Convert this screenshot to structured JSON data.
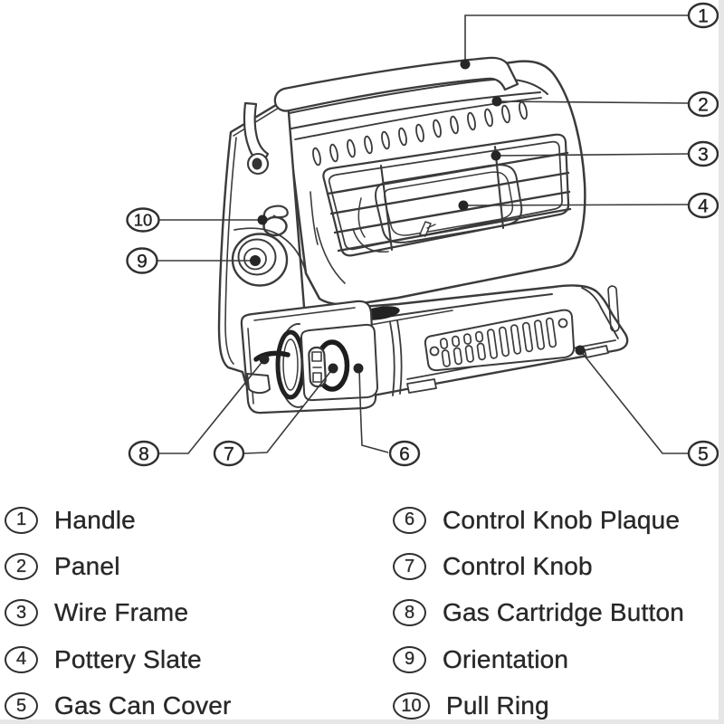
{
  "figure": {
    "type": "parts-diagram",
    "subject": "portable gas cartridge heater",
    "colors": {
      "line": "#3b3b3b",
      "dark": "#1d1d1d",
      "text": "#282828",
      "background": "#ffffff"
    },
    "callouts": [
      {
        "num": "1",
        "label": "Handle"
      },
      {
        "num": "2",
        "label": "Panel"
      },
      {
        "num": "3",
        "label": "Wire Frame"
      },
      {
        "num": "4",
        "label": "Pottery Slate"
      },
      {
        "num": "5",
        "label": "Gas Can Cover"
      },
      {
        "num": "6",
        "label": "Control Knob Plaque"
      },
      {
        "num": "7",
        "label": "Control Knob"
      },
      {
        "num": "8",
        "label": "Gas Cartridge Button"
      },
      {
        "num": "9",
        "label": "Orientation"
      },
      {
        "num": "10",
        "label": "Pull Ring"
      }
    ]
  }
}
